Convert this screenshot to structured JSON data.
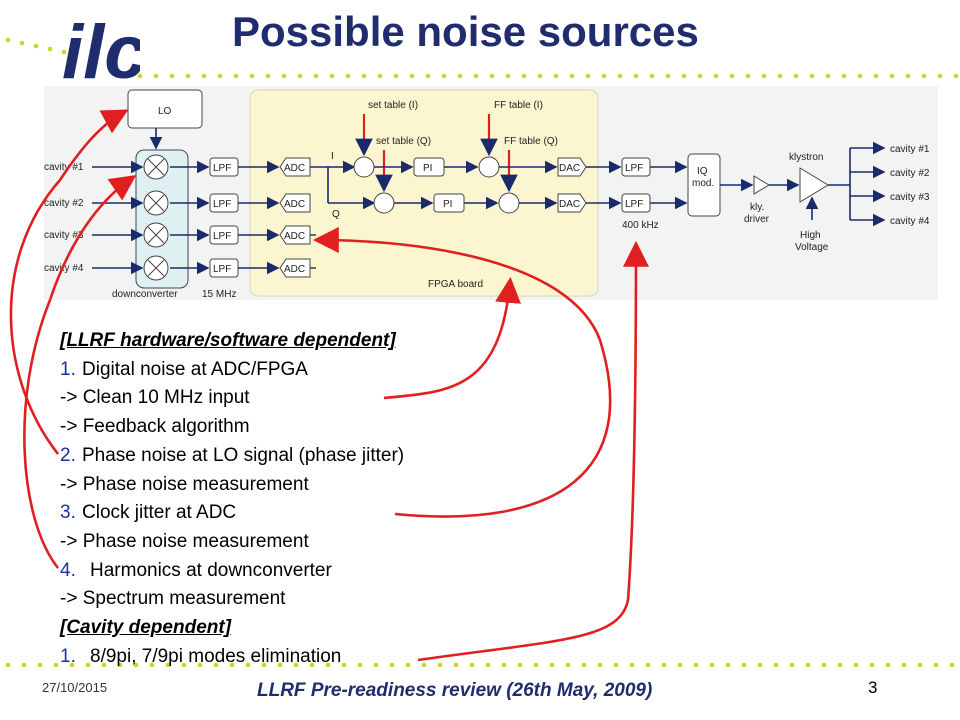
{
  "logo_text": "ilc",
  "title": "Possible noise sources",
  "diagram": {
    "lo_label": "LO",
    "cavity_inputs": [
      "cavity #1",
      "cavity #2",
      "cavity #3",
      "cavity #4"
    ],
    "downconverter_label": "downconverter",
    "lpf_label": "LPF",
    "lpf_freq": "15 MHz",
    "adc_label": "ADC",
    "i_label": "I",
    "q_label": "Q",
    "set_table_i": "set table (I)",
    "set_table_q": "set table (Q)",
    "ff_table_i": "FF table (I)",
    "ff_table_q": "FF table (Q)",
    "pi_label": "PI",
    "dac_label": "DAC",
    "lpf_out_freq": "400 kHz",
    "fpga_label": "FPGA board",
    "iq_mod_line1": "IQ",
    "iq_mod_line2": "mod.",
    "kly_driver_line1": "kly.",
    "kly_driver_line2": "driver",
    "klystron_label": "klystron",
    "hv_line1": "High",
    "hv_line2": "Voltage",
    "cavity_outputs": [
      "cavity #1",
      "cavity #2",
      "cavity #3",
      "cavity #4"
    ]
  },
  "body": {
    "header1": "[LLRF hardware/software dependent]",
    "items": [
      {
        "num": "1.",
        "text": "Digital noise at ADC/FPGA"
      },
      {
        "num": "",
        "text": "-> Clean 10 MHz input"
      },
      {
        "num": "",
        "text": "-> Feedback algorithm"
      },
      {
        "num": "2.",
        "text": "Phase noise at LO signal (phase jitter)"
      },
      {
        "num": "",
        "text": "-> Phase noise measurement"
      },
      {
        "num": "3.",
        "text": "Clock jitter at ADC"
      },
      {
        "num": "",
        "text": "-> Phase noise measurement"
      },
      {
        "num": "4.",
        "text": "Harmonics at downconverter"
      },
      {
        "num": "",
        "text": "-> Spectrum measurement"
      }
    ],
    "header2": "[Cavity dependent]",
    "item_cavity": {
      "num": "1.",
      "text": "8/9pi, 7/9pi modes elimination"
    }
  },
  "footer": {
    "date": "27/10/2015",
    "center": "LLRF Pre-readiness review (26th May, 2009)",
    "page": "3"
  },
  "colors": {
    "title": "#1f2d6e",
    "numbers": "#1a2ea8",
    "fpga_fill": "#fbf6cf",
    "downconverter_fill": "#dff0f3",
    "annotation_arrow": "#e02020",
    "dots": "#c8d820"
  }
}
